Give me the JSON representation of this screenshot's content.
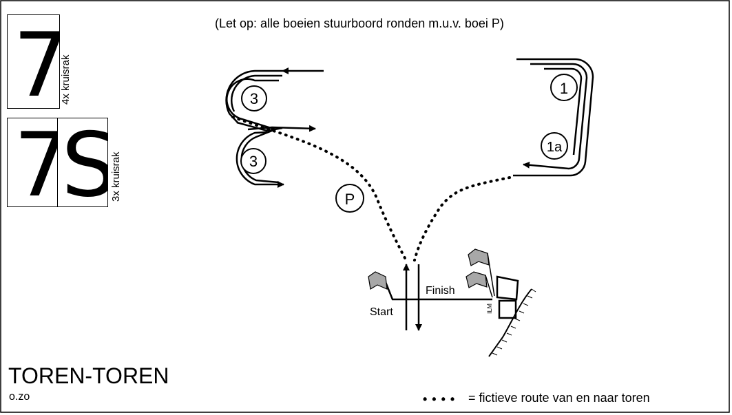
{
  "note": "(Let op: alle boeien stuurboord ronden m.u.v. boei P)",
  "courses": [
    {
      "number": "7",
      "label": "4x kruisrak"
    },
    {
      "number": "7",
      "suffix": "S",
      "label": "3x kruisrak"
    }
  ],
  "buoys": {
    "three_top": "3",
    "three_bottom": "3",
    "one": "1",
    "one_a": "1a",
    "p": "P"
  },
  "start_label": "Start",
  "finish_label": "Finish",
  "tower_label": "ILM",
  "title": "TOREN-TOREN",
  "subtitle": "o.zo",
  "legend": {
    "symbol": "• • • •",
    "text": "= fictieve route van en naar toren"
  },
  "colors": {
    "flag": "#a8a8a8",
    "line": "#000000"
  }
}
